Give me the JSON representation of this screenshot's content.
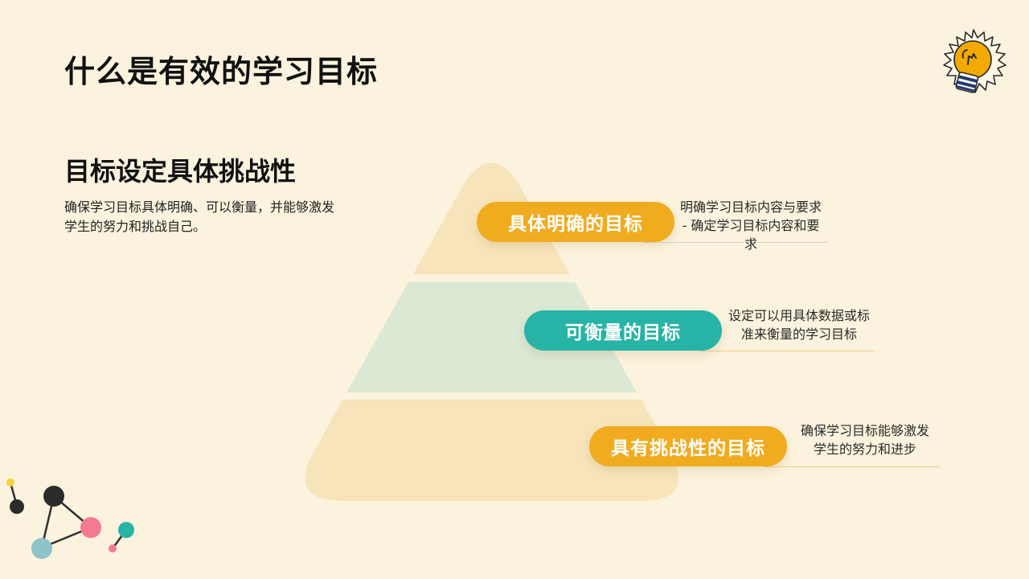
{
  "title": "什么是有效的学习目标",
  "section": {
    "heading": "目标设定具体挑战性",
    "description": "确保学习目标具体明确、可以衡量，并能够激发学生的努力和挑战自己。"
  },
  "levels": [
    {
      "label": "具体明确的目标",
      "description": "明确学习目标内容与要求 - 确定学习目标内容和要求",
      "color": "#f0ab1f"
    },
    {
      "label": "可衡量的目标",
      "description": "设定可以用具体数据或标准来衡量的学习目标",
      "color": "#27b4a6"
    },
    {
      "label": "具有挑战性的目标",
      "description": "确保学习目标能够激发学生的努力和进步",
      "color": "#f0ab1f"
    }
  ],
  "colors": {
    "background": "#fbf3dd",
    "pyramid_top": "#f8e4bb",
    "pyramid_middle": "#dbe8d4",
    "pyramid_bottom": "#f8e4bb",
    "accent_orange": "#f0ab1f",
    "accent_teal": "#27b4a6"
  },
  "icons": {
    "top_right": "lightbulb-icon",
    "bottom_left": "molecule-icon"
  }
}
